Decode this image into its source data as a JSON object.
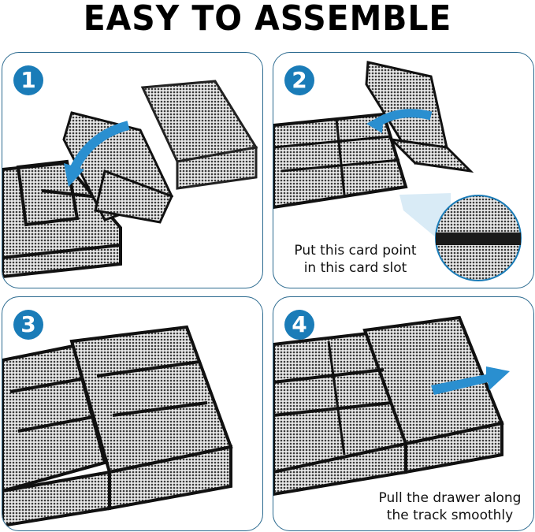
{
  "title": "EASY TO ASSEMBLE",
  "colors": {
    "accent": "#1a7cb8",
    "panel_border": "#2b6a8f",
    "arrow": "#2a8fd0",
    "frame": "#1a1a1a"
  },
  "steps": [
    {
      "number": "1",
      "caption": "",
      "arrow": "curved-down-left"
    },
    {
      "number": "2",
      "caption": [
        "Put this card point",
        "in this card slot"
      ],
      "arrow": "curved-left",
      "callout": "magnified-card-slot"
    },
    {
      "number": "3",
      "caption": "",
      "arrow": ""
    },
    {
      "number": "4",
      "caption": [
        "Pull the drawer along",
        "the track smoothly"
      ],
      "arrow": "straight-right"
    }
  ]
}
